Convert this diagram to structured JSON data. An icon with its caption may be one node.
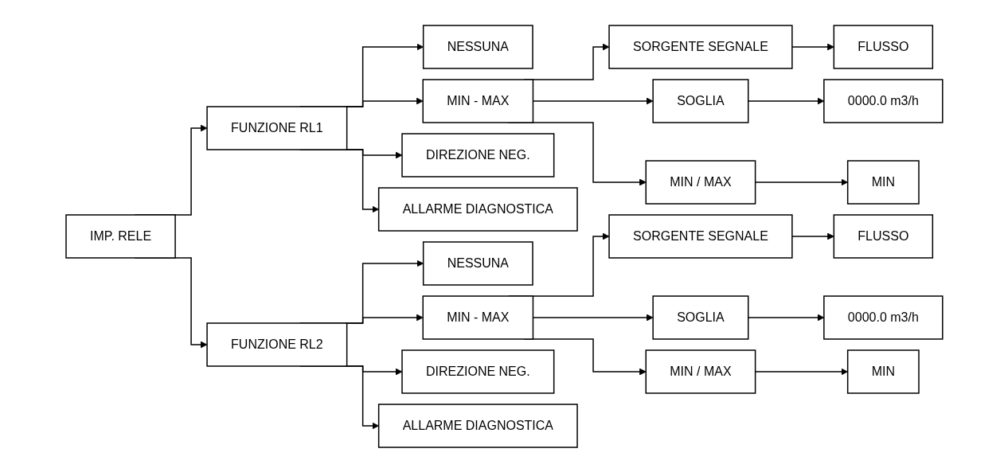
{
  "diagram": {
    "nodes": [
      {
        "text": [
          "IMP. RELE"
        ]
      },
      {
        "text": [
          "FUNZIONE RL1"
        ]
      },
      {
        "text": [
          "NESSUNA"
        ]
      },
      {
        "text": [
          "MIN - MAX"
        ]
      },
      {
        "text": [
          "DIREZIONE NEG."
        ]
      },
      {
        "text": [
          "ALLARME DIAGNOSTICA"
        ]
      },
      {
        "text": [
          "SORGENTE SEGNALE"
        ]
      },
      {
        "text": [
          "SOGLIA"
        ]
      },
      {
        "text": [
          "MIN / MAX"
        ]
      },
      {
        "text": [
          "FLUSSO"
        ]
      },
      {
        "text": [
          "0000.0 m3/h"
        ]
      },
      {
        "text": [
          "MIN"
        ]
      },
      {
        "text": [
          "FUNZIONE RL2"
        ]
      },
      {
        "text": [
          "NESSUNA"
        ]
      },
      {
        "text": [
          "MIN - MAX"
        ]
      },
      {
        "text": [
          "DIREZIONE NEG."
        ]
      },
      {
        "text": [
          "ALLARME DIAGNOSTICA"
        ]
      },
      {
        "text": [
          "SORGENTE SEGNALE"
        ]
      },
      {
        "text": [
          "SOGLIA"
        ]
      },
      {
        "text": [
          "MIN / MAX"
        ]
      },
      {
        "text": [
          "FLUSSO"
        ]
      },
      {
        "text": [
          "0000.0 m3/h"
        ]
      },
      {
        "text": [
          "MIN"
        ]
      }
    ],
    "edges": [
      {
        "from": 0,
        "to": 1,
        "arrow": "to"
      },
      {
        "from": 0,
        "to": 12,
        "arrow": "to"
      },
      {
        "from": 1,
        "to": 2,
        "arrow": "to"
      },
      {
        "from": 1,
        "to": 3,
        "arrow": "to"
      },
      {
        "from": 1,
        "to": 4,
        "arrow": "to"
      },
      {
        "from": 1,
        "to": 5,
        "arrow": "to"
      },
      {
        "from": 3,
        "to": 6,
        "arrow": "to"
      },
      {
        "from": 3,
        "to": 7,
        "arrow": "to"
      },
      {
        "from": 3,
        "to": 8,
        "arrow": "to"
      },
      {
        "from": 6,
        "to": 9,
        "arrow": "to"
      },
      {
        "from": 7,
        "to": 10,
        "arrow": "to"
      },
      {
        "from": 8,
        "to": 11,
        "arrow": "to"
      },
      {
        "from": 12,
        "to": 13,
        "arrow": "to"
      },
      {
        "from": 12,
        "to": 14,
        "arrow": "to"
      },
      {
        "from": 12,
        "to": 15,
        "arrow": "to"
      },
      {
        "from": 12,
        "to": 16,
        "arrow": "to"
      },
      {
        "from": 14,
        "to": 17,
        "arrow": "to"
      },
      {
        "from": 14,
        "to": 18,
        "arrow": "to"
      },
      {
        "from": 14,
        "to": 19,
        "arrow": "to"
      },
      {
        "from": 17,
        "to": 20,
        "arrow": "to"
      },
      {
        "from": 18,
        "to": 21,
        "arrow": "to"
      },
      {
        "from": 19,
        "to": 22,
        "arrow": "to"
      }
    ]
  }
}
